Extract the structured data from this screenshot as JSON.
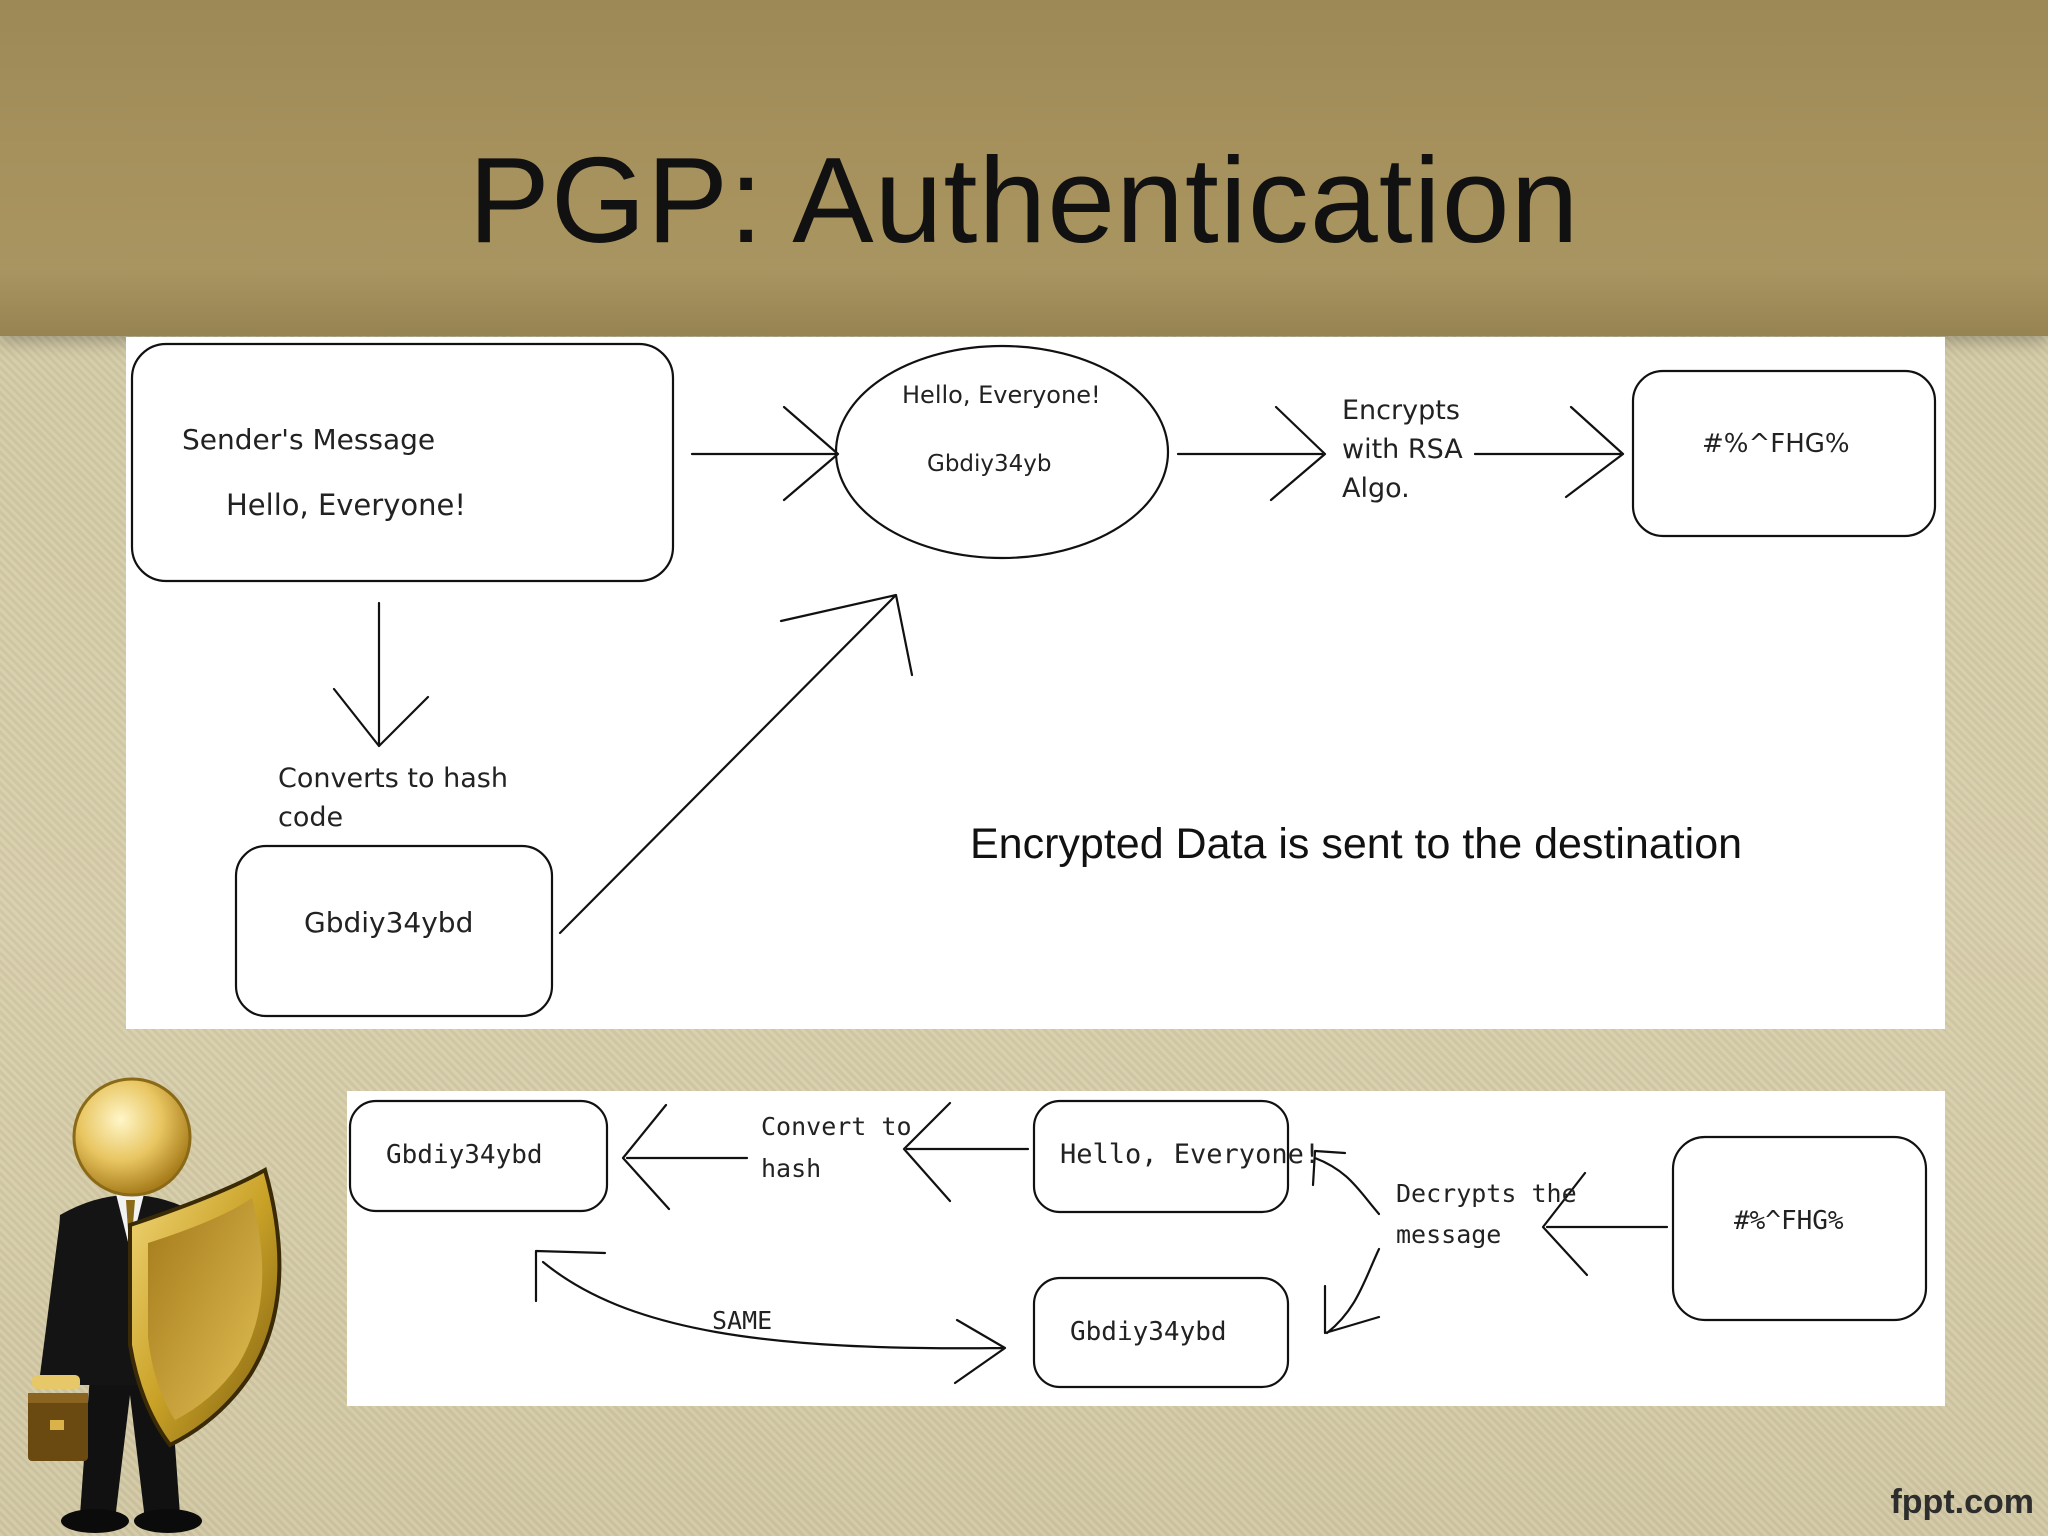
{
  "title": "PGP: Authentication",
  "sender": {
    "box_title": "Sender's Message",
    "box_text": "Hello, Everyone!",
    "hash_caption_line1": "Converts to hash",
    "hash_caption_line2": "code",
    "hash_box": "Gbdiy34ybd",
    "ellipse_line1": "Hello, Everyone!",
    "ellipse_line2": "Gbdiy34yb",
    "encrypt_line1": "Encrypts",
    "encrypt_line2": "with RSA",
    "encrypt_line3": "Algo.",
    "cipher_box": "#%^FHG%",
    "sent_note": "Encrypted Data is sent to the destination"
  },
  "receiver": {
    "cipher_box": "#%^FHG%",
    "decrypt_line1": "Decrypts the",
    "decrypt_line2": "message",
    "message_box": "Hello, Everyone!",
    "convert_line1": "Convert to",
    "convert_line2": "hash",
    "hash_left_box": "Gbdiy34ybd",
    "hash_received_box": "Gbdiy34ybd",
    "same_label": "SAME"
  },
  "footer": {
    "logo": "fppt.com"
  },
  "colors": {
    "header": "#a6915d",
    "background": "#d4cba6",
    "title": "#111111",
    "shield_gold": "#c9a227"
  }
}
